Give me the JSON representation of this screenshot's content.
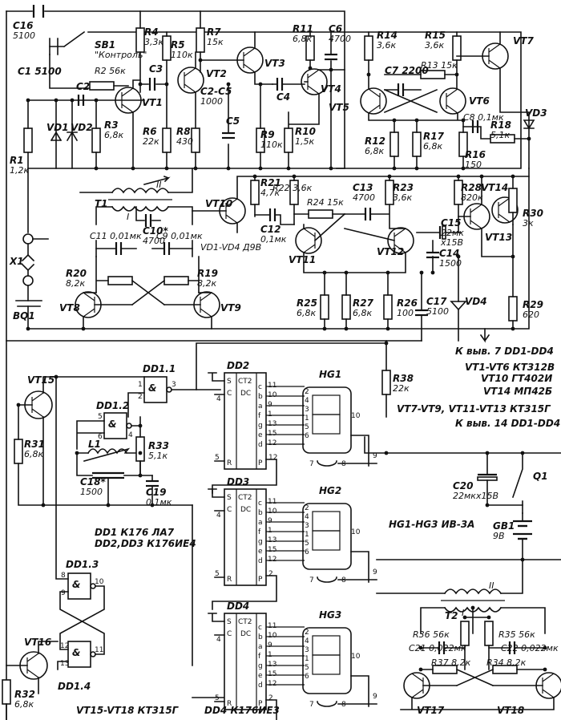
{
  "components": {
    "C16": [
      "C16",
      "5100"
    ],
    "SB1": [
      "SB1",
      "\"Контроль\""
    ],
    "C1": [
      "C1 5100"
    ],
    "R4": [
      "R4",
      "3,3к"
    ],
    "R5": [
      "R5",
      "110к"
    ],
    "R7": [
      "R7",
      "15к"
    ],
    "R11": [
      "R11",
      "6,8к"
    ],
    "C6": [
      "C6",
      "4700"
    ],
    "R14": [
      "R14",
      "3,6к"
    ],
    "R15": [
      "R15",
      "3,6к"
    ],
    "VT7": [
      "VT7"
    ],
    "R2": [
      "R2 56к"
    ],
    "C3": [
      "C3"
    ],
    "C2": [
      "C2"
    ],
    "VT1": [
      "VT1"
    ],
    "VT2": [
      "VT2"
    ],
    "C2C5": [
      "C2-C5",
      "1000"
    ],
    "VT3": [
      "VT3"
    ],
    "C4": [
      "C4"
    ],
    "VT4": [
      "VT4"
    ],
    "C7": [
      "C7 2200"
    ],
    "R13": [
      "R13 15к"
    ],
    "VT5": [
      "VT5"
    ],
    "VT6": [
      "VT6"
    ],
    "C8": [
      "C8 0,1мк"
    ],
    "VD3": [
      "VD3"
    ],
    "R1": [
      "R1",
      "1,2к"
    ],
    "VD1": [
      "VD1"
    ],
    "VD2": [
      "VD2"
    ],
    "R3": [
      "R3",
      "6,8к"
    ],
    "R6": [
      "R6",
      "22к"
    ],
    "R8": [
      "R8",
      "430"
    ],
    "C5": [
      "C5"
    ],
    "R9": [
      "R9",
      "110к"
    ],
    "R10": [
      "R10",
      "1,5к"
    ],
    "R12": [
      "R12",
      "6,8к"
    ],
    "R17": [
      "R17",
      "6,8к"
    ],
    "R16": [
      "R16",
      "150"
    ],
    "R18": [
      "R18",
      "5,1к"
    ],
    "T1": [
      "T1"
    ],
    "C10": [
      "C10*",
      "4700"
    ],
    "VT10": [
      "VT10"
    ],
    "C12": [
      "C12",
      "0,1мк"
    ],
    "R21": [
      "R21",
      "4,7к"
    ],
    "R22": [
      "R22 3,6к"
    ],
    "R24": [
      "R24 15к"
    ],
    "C13": [
      "C13",
      "4700"
    ],
    "R23": [
      "R23",
      "3,6к"
    ],
    "R28": [
      "R28",
      "820к"
    ],
    "VT14": [
      "VT14"
    ],
    "R30": [
      "R30",
      "3к"
    ],
    "VD1VD4": [
      "VD1-VD4 Д9В"
    ],
    "C11": [
      "C11 0,01мк"
    ],
    "C9": [
      "C9 0,01мк"
    ],
    "VT11": [
      "VT11"
    ],
    "VT12": [
      "VT12"
    ],
    "C15": [
      "C15",
      "22мк",
      "х15В"
    ],
    "VT13": [
      "VT13"
    ],
    "C14": [
      "C14",
      "1500"
    ],
    "R20": [
      "R20",
      "8,2к"
    ],
    "R19": [
      "R19",
      "8,2к"
    ],
    "VT8": [
      "VT8"
    ],
    "VT9": [
      "VT9"
    ],
    "X1": [
      "X1"
    ],
    "BQ1": [
      "BQ1"
    ],
    "R25": [
      "R25",
      "6,8к"
    ],
    "R27": [
      "R27",
      "6,8к"
    ],
    "R26": [
      "R26",
      "100"
    ],
    "C17": [
      "C17",
      "5100"
    ],
    "VD4": [
      "VD4"
    ],
    "R29": [
      "R29",
      "620"
    ],
    "VT15": [
      "VT15"
    ],
    "DD11": [
      "DD1.1"
    ],
    "DD12": [
      "DD1.2"
    ],
    "R31": [
      "R31",
      "6,8к"
    ],
    "R33": [
      "R33",
      "5,1к"
    ],
    "L1": [
      "L1"
    ],
    "C18": [
      "C18*",
      "1500"
    ],
    "C19": [
      "C19",
      "0,1мк"
    ],
    "DD2": [
      "DD2"
    ],
    "HG1": [
      "HG1"
    ],
    "R38": [
      "R38",
      "22к"
    ],
    "DD3": [
      "DD3"
    ],
    "HG2": [
      "HG2"
    ],
    "C20": [
      "C20",
      "22мкх15В"
    ],
    "Q1": [
      "Q1"
    ],
    "GB1": [
      "GB1",
      "9В"
    ],
    "DD13": [
      "DD1.3"
    ],
    "DD14": [
      "DD1.4"
    ],
    "VT16": [
      "VT16"
    ],
    "R32": [
      "R32",
      "6,8к"
    ],
    "DD4": [
      "DD4"
    ],
    "HG3": [
      "HG3"
    ],
    "T2": [
      "T2"
    ],
    "R36": [
      "R36 56к"
    ],
    "R35": [
      "R35 56к"
    ],
    "C21": [
      "C21 0,022мк"
    ],
    "C22": [
      "C22 0,022мк"
    ],
    "R37": [
      "R37 8,2к"
    ],
    "R34": [
      "R34 8,2к"
    ],
    "VT17": [
      "VT17"
    ],
    "VT18": [
      "VT18"
    ]
  },
  "chip_text": {
    "ct2": "СТ2",
    "dc": "DC",
    "s": "S",
    "c": "C",
    "r": "R",
    "p": "P",
    "and": "&",
    "segs": [
      "c",
      "b",
      "a",
      "f",
      "g",
      "e",
      "d"
    ],
    "seg_pins": [
      "11",
      "10",
      "9",
      "1",
      "13",
      "15",
      "12"
    ],
    "hg_pins": [
      "2",
      "4",
      "3",
      "1",
      "5",
      "6",
      "10",
      "7",
      "8"
    ],
    "pin4": "4",
    "pin5": "5",
    "pin12": "12",
    "pin9": "9",
    "pin2": "2",
    "dd11_pins": [
      "1",
      "2",
      "3"
    ],
    "dd12_pins": [
      "5",
      "6",
      "4"
    ],
    "dd13_pins": [
      "8",
      "9",
      "10"
    ],
    "dd14_pins": [
      "12",
      "13",
      "11"
    ]
  },
  "notes": {
    "pin7": "К выв. 7 DD1-DD4",
    "pin14": "К выв. 14 DD1-DD4",
    "vt1": "VT1-VT6 КТ312В",
    "vt10": "VT10 ГТ402И",
    "vt14": "VT14 МП42Б",
    "vt7": "VT7-VT9, VT11-VT13 КТ315Г",
    "hg": "HG1-HG3 ИВ-3А",
    "dd1": "DD1 К176 ЛА7",
    "dd23": "DD2,DD3 К176ИЕ4",
    "vt15": "VT15-VT18 КТ315Г",
    "dd4": "DD4 К176ИЕ3"
  },
  "winding": {
    "ii": "II",
    "i": "I"
  }
}
